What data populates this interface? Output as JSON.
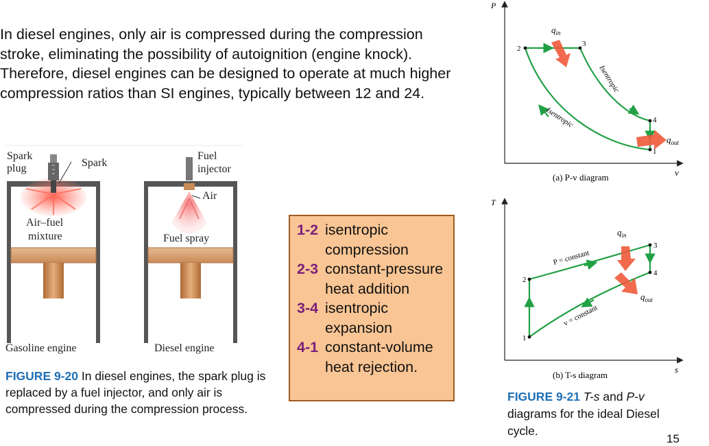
{
  "intro_text": "In diesel engines, only air is compressed during the compression stroke, eliminating the possibility of autoignition (engine knock). Therefore, diesel engines can be designed to operate at much higher compression ratios than SI engines, typically between 12 and 24.",
  "engines_figure": {
    "spark_plug_label_1": "Spark",
    "spark_plug_label_2": "plug",
    "spark_label": "Spark",
    "mixture_label_1": "Air–fuel",
    "mixture_label_2": "mixture",
    "gasoline_label": "Gasoline engine",
    "injector_label_1": "Fuel",
    "injector_label_2": "injector",
    "air_label": "Air",
    "spray_label": "Fuel spray",
    "diesel_label": "Diesel engine"
  },
  "caption_left": {
    "label": "FIGURE 9-20",
    "text": " In diesel engines, the spark plug is replaced by a fuel injector, and only air is compressed during the compression process."
  },
  "processes": [
    {
      "num": "1-2",
      "text": "isentropic compression"
    },
    {
      "num": "2-3",
      "text": "constant-pressure heat addition"
    },
    {
      "num": "3-4",
      "text": "isentropic expansion"
    },
    {
      "num": "4-1",
      "text": "constant-volume heat rejection."
    }
  ],
  "pv_diagram": {
    "axis_y": "P",
    "axis_x": "v",
    "q_in": "q",
    "q_in_sub": "in",
    "q_out": "q",
    "q_out_sub": "out",
    "pt1": "1",
    "pt2": "2",
    "pt3": "3",
    "pt4": "4",
    "isentropic_upper": "Isentropic",
    "isentropic_lower": "Isentropic",
    "caption": "(a) P-v diagram"
  },
  "ts_diagram": {
    "axis_y": "T",
    "axis_x": "s",
    "q_in": "q",
    "q_in_sub": "in",
    "q_out": "q",
    "q_out_sub": "out",
    "pt1": "1",
    "pt2": "2",
    "pt3": "3",
    "pt4": "4",
    "p_const": "P = constant",
    "v_const": "v = constant",
    "caption": "(b) T-s diagram"
  },
  "caption_right": {
    "label": "FIGURE 9-21",
    "ts": "T-s",
    "and": " and ",
    "pv": "P-v",
    "rest": " diagrams for the ideal Diesel cycle."
  },
  "page_number": "15",
  "colors": {
    "curve": "#22a045",
    "heat_arrow": "#f05a3a",
    "figure_label": "#1f6fb5",
    "process_num": "#7a1f7a",
    "box_fill": "#f9c594",
    "box_border": "#a05a20"
  }
}
